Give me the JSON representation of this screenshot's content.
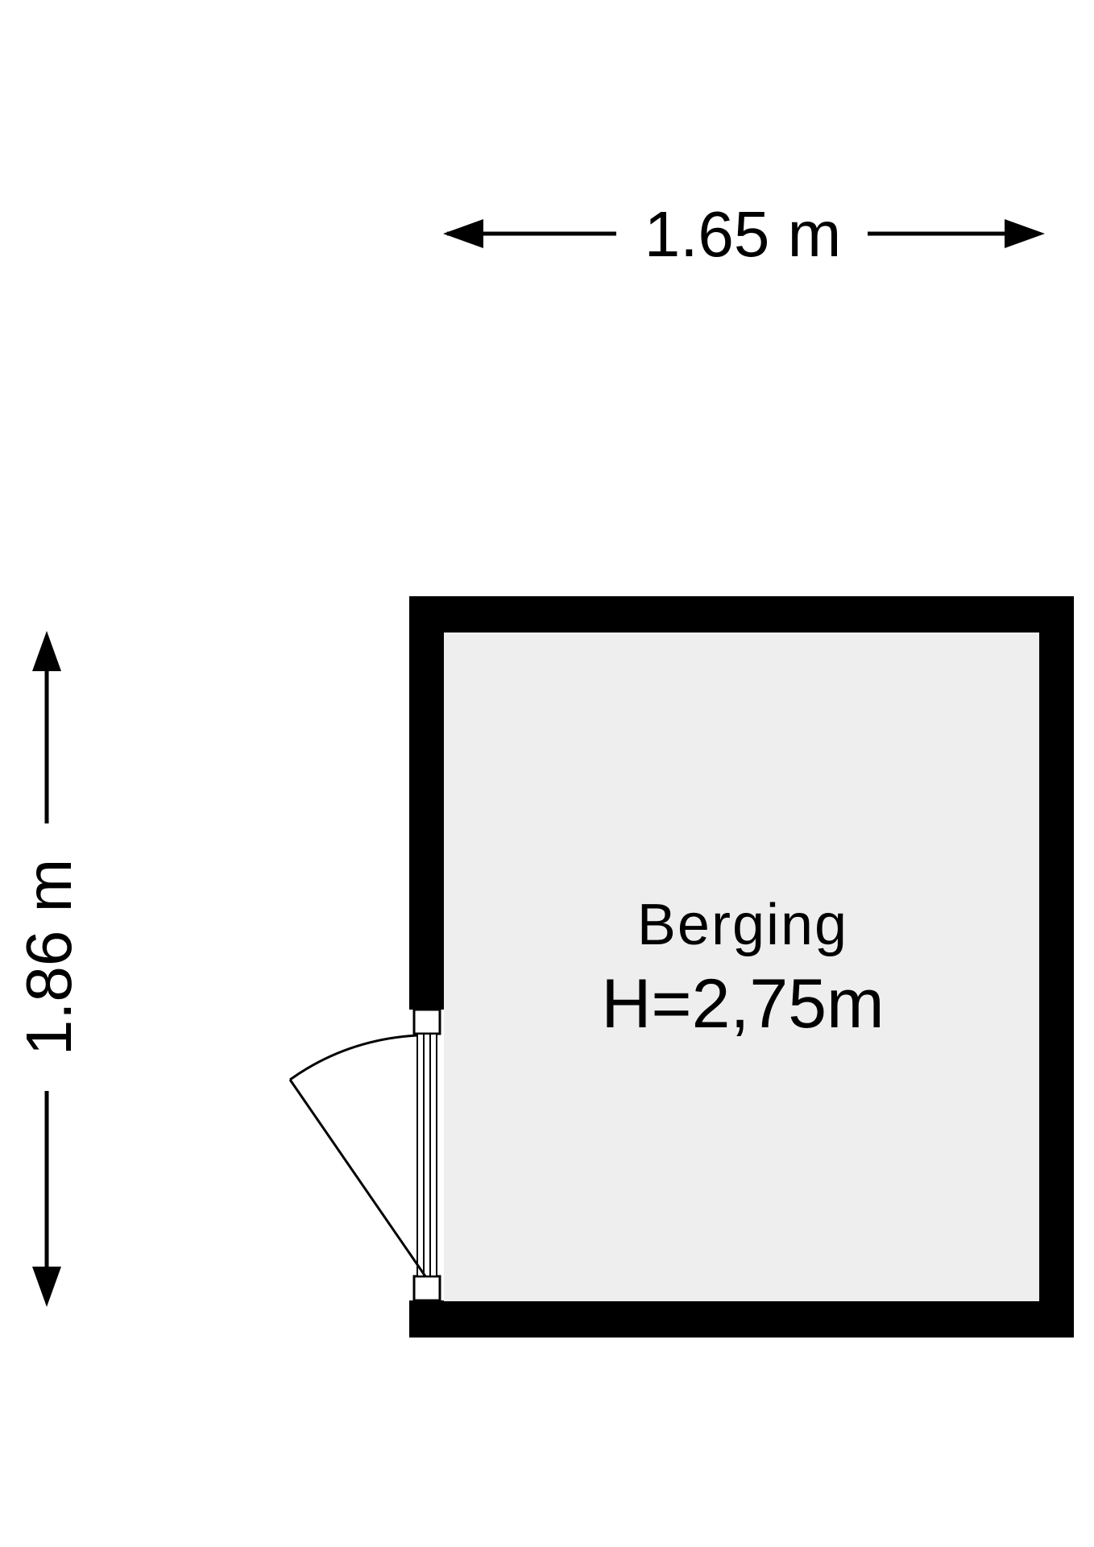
{
  "floorplan": {
    "room": {
      "name": "Berging",
      "height_label": "H=2,75m"
    },
    "dimensions": {
      "width_label": "1.65 m",
      "depth_label": "1.86 m"
    },
    "colors": {
      "wall": "#000000",
      "floor": "#eeeeee",
      "background": "#ffffff"
    }
  }
}
